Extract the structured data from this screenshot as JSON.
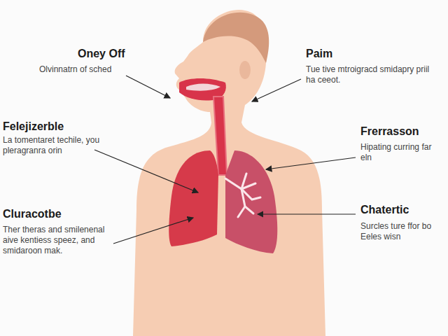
{
  "diagram": {
    "labels": [
      "Oney Off",
      "Olvinnatrn of sched",
      "Paim",
      "Tue tive mtroigracd smidapry priil ha ceeot.",
      "Felejizerble",
      "La tomentaret techile, you pleragranra orin",
      "Frerrasson",
      "Hipating curring far eln",
      "Cluracotbe",
      "Ther theras and smilenenal aive kentiess speez, and smidaroon mak.",
      "Chatertic",
      "Surcles ture ffor bo Eeles wisn"
    ]
  }
}
